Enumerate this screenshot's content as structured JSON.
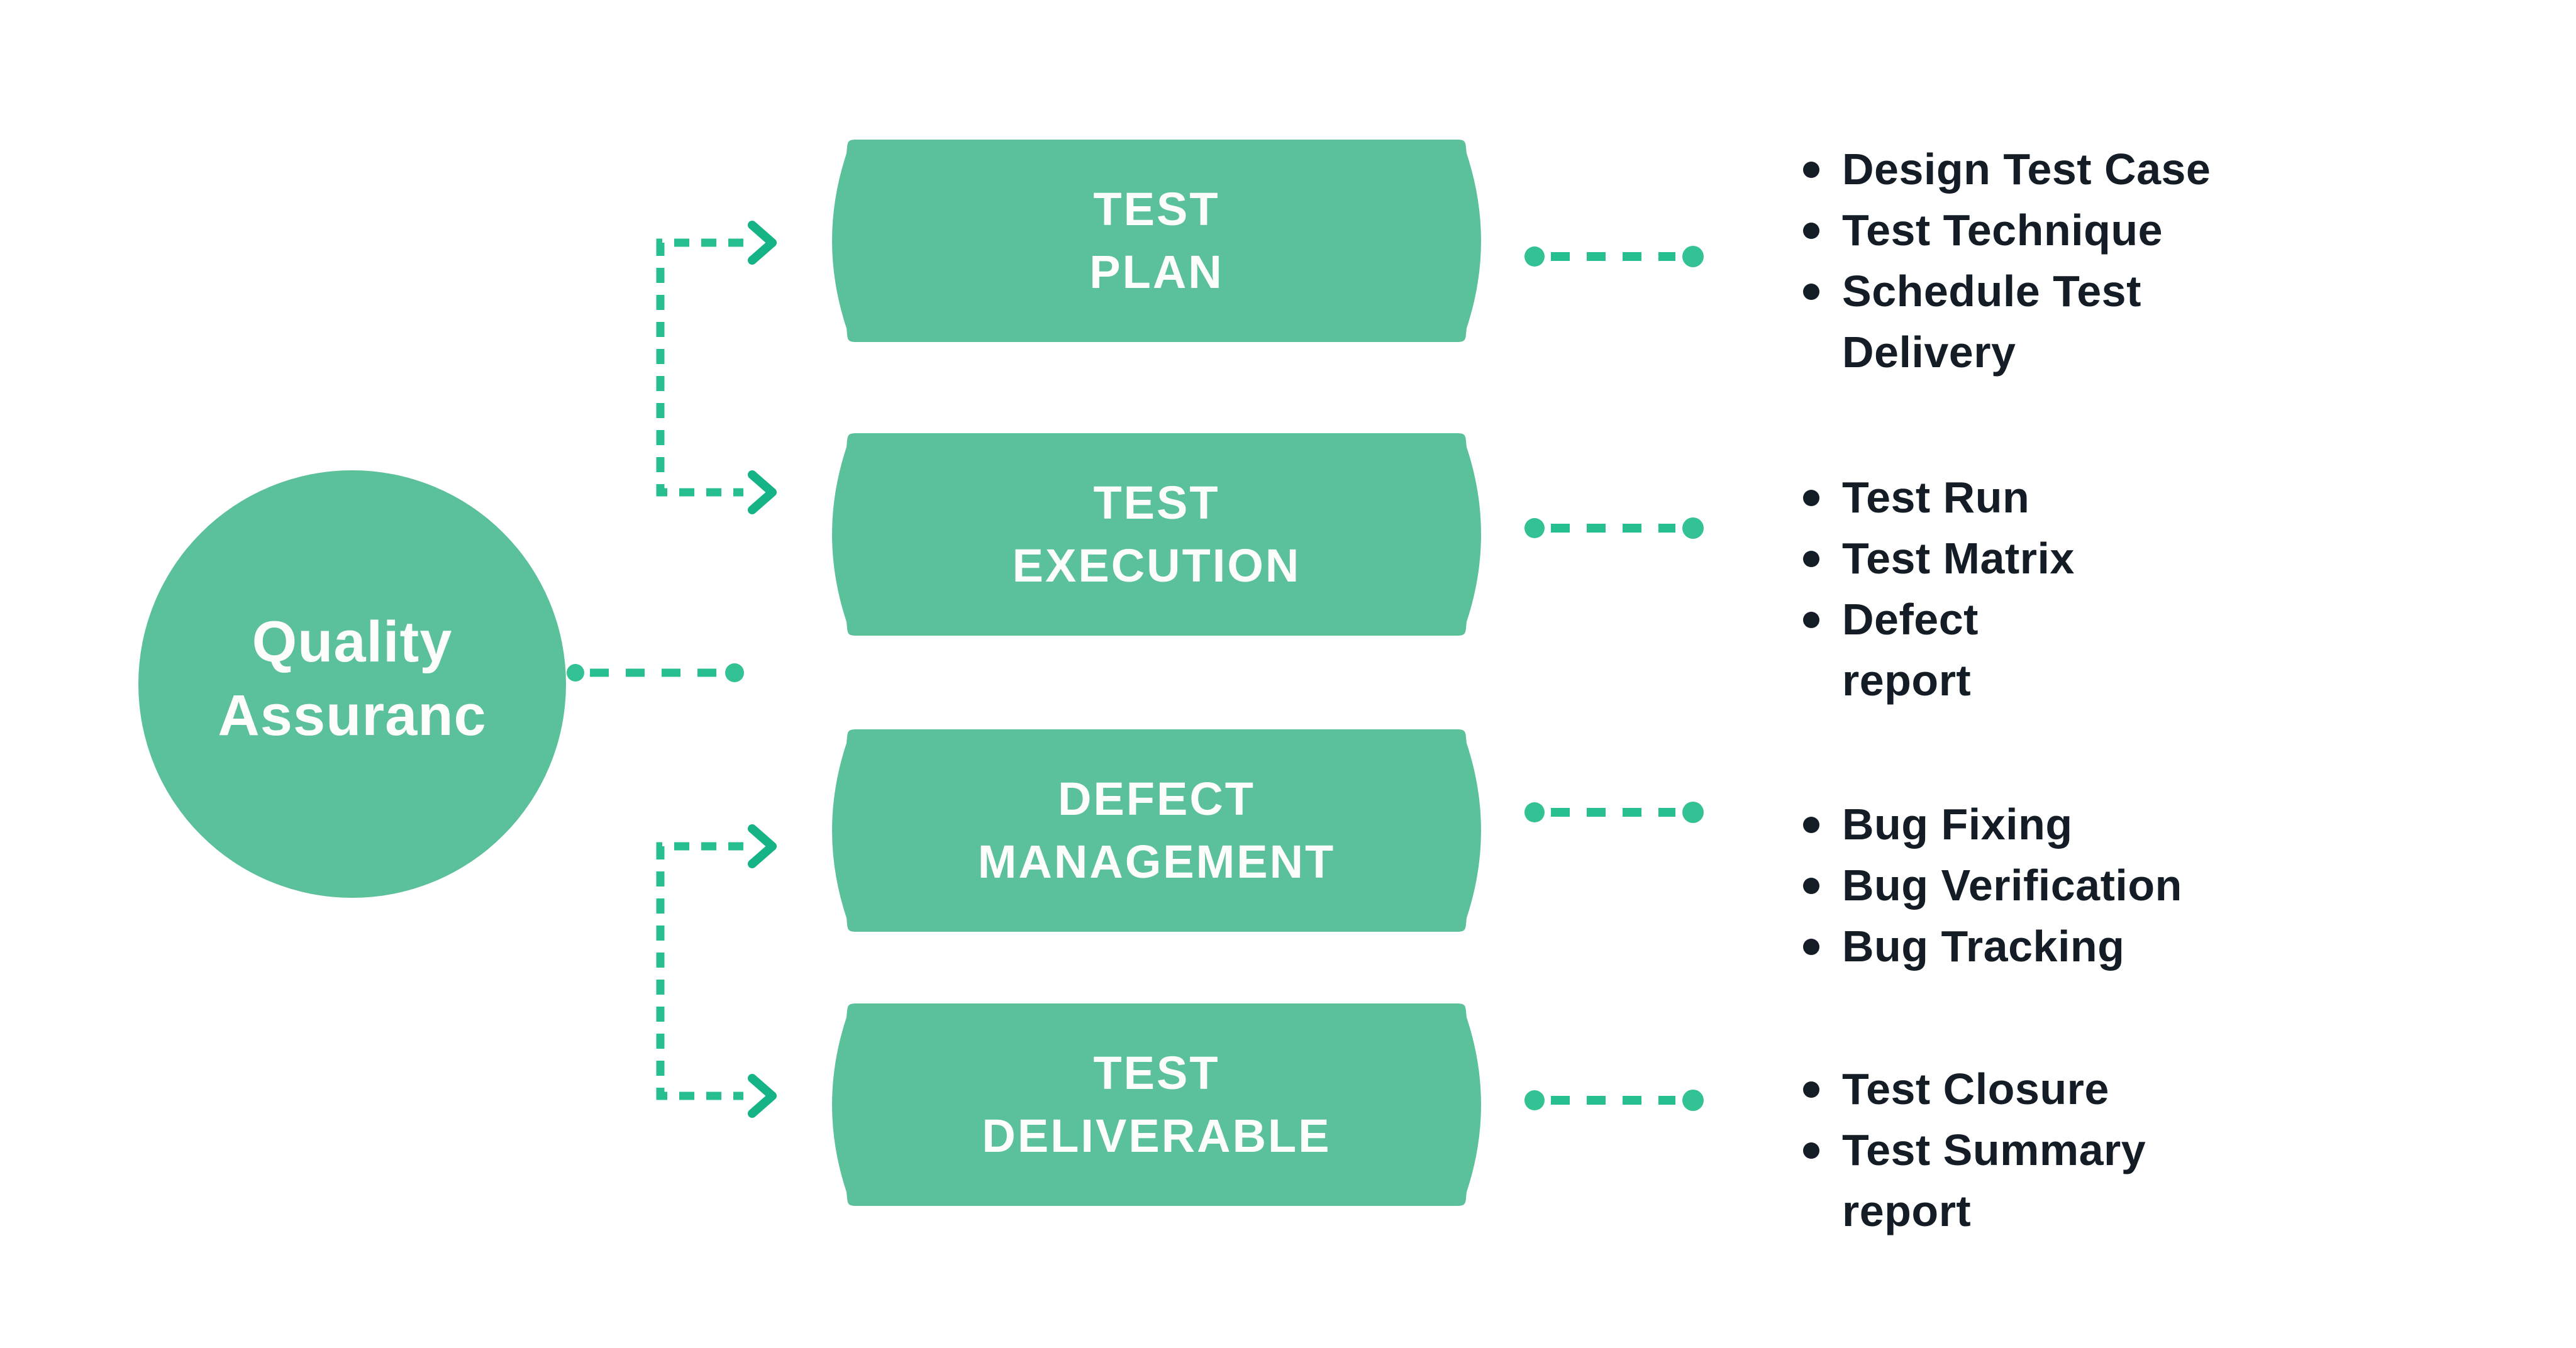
{
  "colors": {
    "background": "#ffffff",
    "node_fill": "#5bc19a",
    "dash": "#27bf90",
    "chevron": "#15b385",
    "dot": "#33c294",
    "box_text": "#fdfdfb",
    "list_text": "#141c26"
  },
  "center_node": {
    "label": "Quality\nAssuranc"
  },
  "stages": [
    {
      "label": "TEST\nPLAN",
      "items": [
        "Design Test Case",
        "Test Technique",
        "Schedule Test\nDelivery"
      ]
    },
    {
      "label": "TEST\nEXECUTION",
      "items": [
        "Test Run",
        "Test Matrix",
        "Defect\nreport"
      ]
    },
    {
      "label": "DEFECT\nMANAGEMENT",
      "items": [
        "Bug Fixing",
        "Bug Verification",
        "Bug Tracking"
      ]
    },
    {
      "label": "TEST\nDELIVERABLE",
      "items": [
        "Test Closure",
        "Test Summary\nreport"
      ]
    }
  ],
  "connectors": {
    "line_style": "dashed",
    "hub_link_endpoints": "dot",
    "branch_arrow_icon": "chevron-right-icon",
    "stage_to_items_endpoints": "dot"
  }
}
